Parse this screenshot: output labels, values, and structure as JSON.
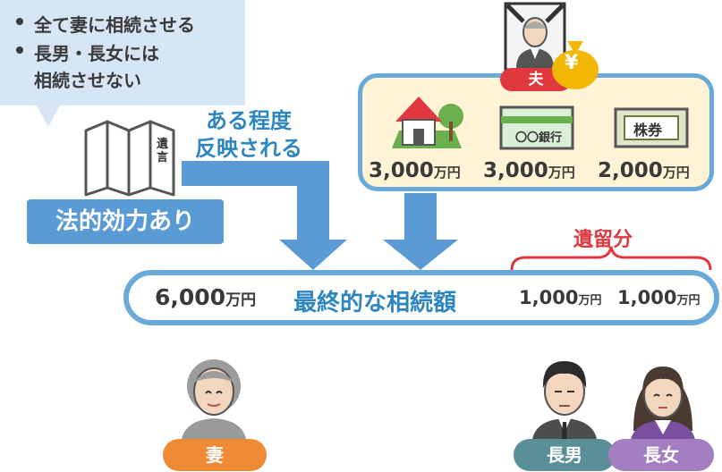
{
  "will_bubble": {
    "line1": "全て妻に相続させる",
    "line2": "長男・長女には",
    "line3": "相続させない"
  },
  "will": {
    "paper_text": "遺言",
    "effect_label": "法的効力あり"
  },
  "arrow_note": {
    "line1": "ある程度",
    "line2": "反映される"
  },
  "husband": {
    "label": "夫",
    "money_symbol": "¥"
  },
  "assets": {
    "bank_text": "〇〇銀行",
    "stock_text": "株券",
    "items": [
      {
        "number": "3,000",
        "unit": "万円"
      },
      {
        "number": "3,000",
        "unit": "万円"
      },
      {
        "number": "2,000",
        "unit": "万円"
      }
    ]
  },
  "final": {
    "wife_number": "6,000",
    "wife_unit": "万円",
    "title": "最終的な相続額",
    "son_number": "1,000",
    "son_unit": "万円",
    "daughter_number": "1,000",
    "daughter_unit": "万円"
  },
  "reserved_label": "遺留分",
  "heirs": {
    "wife": "妻",
    "son": "長男",
    "daughter": "長女"
  },
  "colors": {
    "blue": "#5b9bd5",
    "wife_label": "#ee8a36",
    "son_label": "#5b8f97",
    "daughter_label": "#a37fc1",
    "husband_label": "#e0383e"
  }
}
